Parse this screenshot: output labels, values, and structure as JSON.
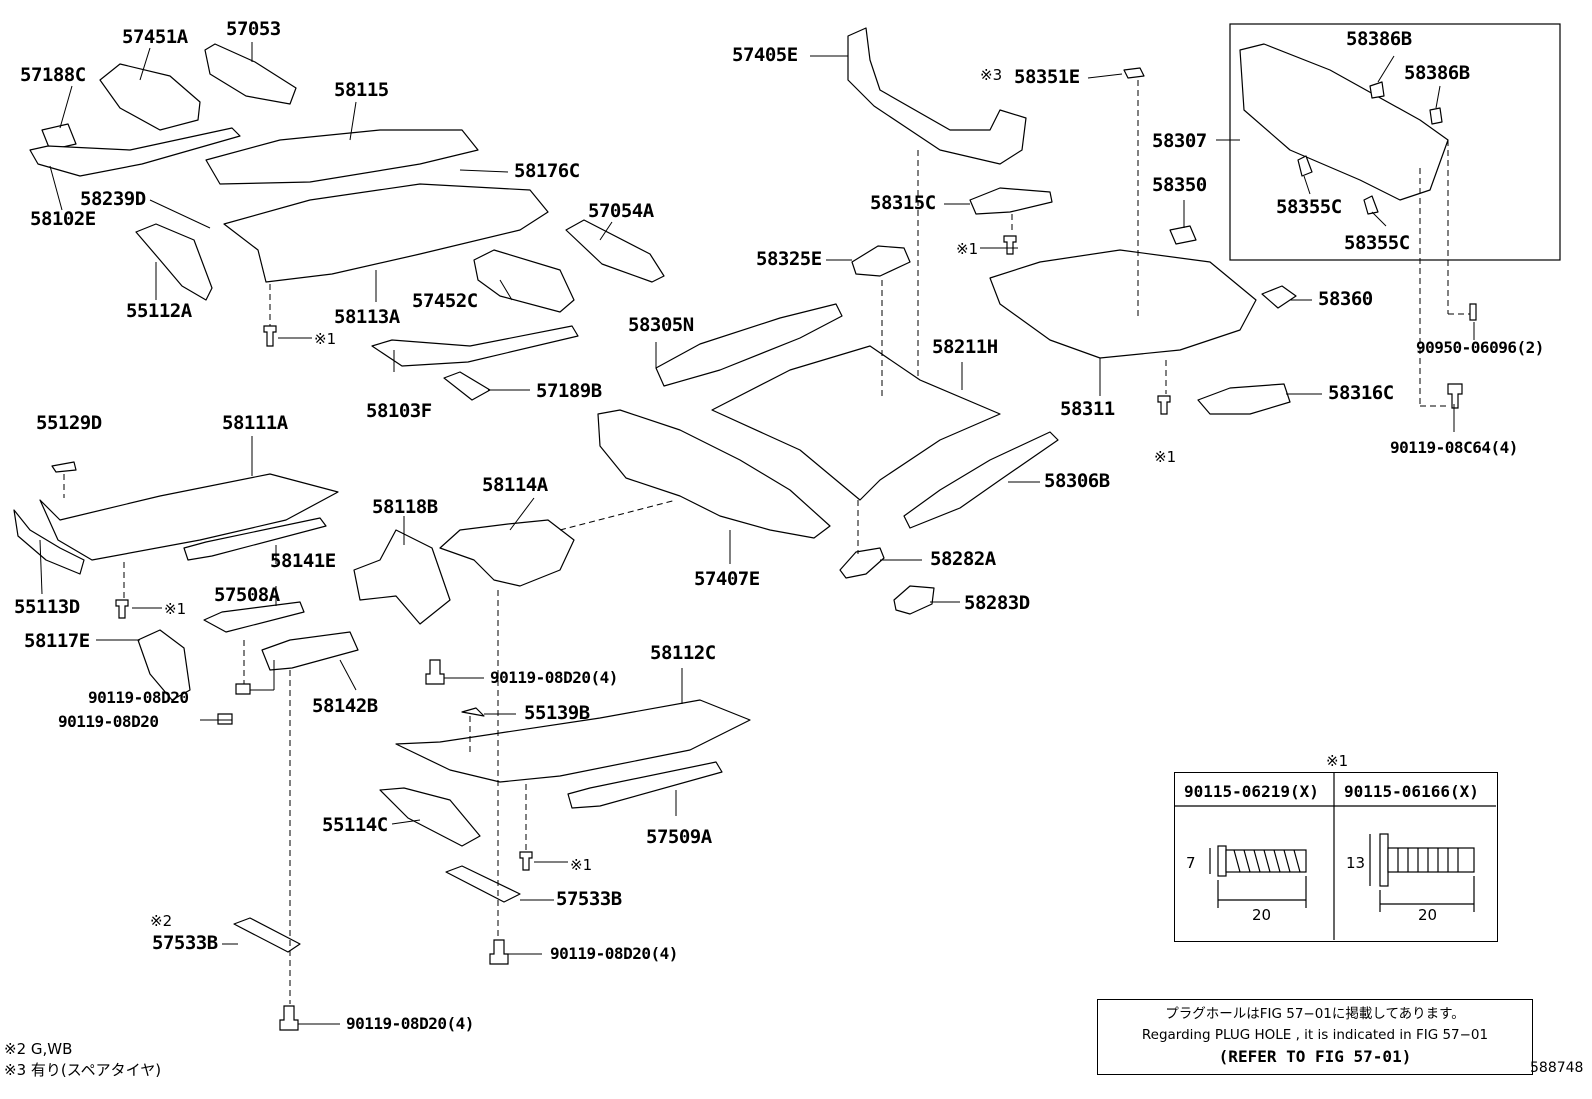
{
  "parts": {
    "p57451A": "57451A",
    "p57053": "57053",
    "p57188C": "57188C",
    "p58115": "58115",
    "p58176C": "58176C",
    "p58239D": "58239D",
    "p58102E": "58102E",
    "p57054A": "57054A",
    "p55112A": "55112A",
    "p58113A": "58113A",
    "p57452C": "57452C",
    "p58103F": "58103F",
    "p57189B": "57189B",
    "p55129D": "55129D",
    "p58111A": "58111A",
    "p58118B": "58118B",
    "p58114A": "58114A",
    "p58141E": "58141E",
    "p57508A": "57508A",
    "p55113D": "55113D",
    "p58117E": "58117E",
    "p58142B": "58142B",
    "p58112C": "58112C",
    "p55139B": "55139B",
    "p55114C": "55114C",
    "p57509A": "57509A",
    "p57533B_a": "57533B",
    "p57533B_b": "57533B",
    "p57405E": "57405E",
    "p58351E": "58351E",
    "p58315C": "58315C",
    "p58325E": "58325E",
    "p58305N": "58305N",
    "p58211H": "58211H",
    "p58306B": "58306B",
    "p57407E": "57407E",
    "p58282A": "58282A",
    "p58283D": "58283D",
    "p58386B_a": "58386B",
    "p58386B_b": "58386B",
    "p58307": "58307",
    "p58350": "58350",
    "p58355C_a": "58355C",
    "p58355C_b": "58355C",
    "p58360": "58360",
    "p58311": "58311",
    "p58316C": "58316C",
    "p90950": "90950-06096(2)",
    "p90119_c64": "90119-08C64(4)",
    "p90119_d20_a": "90119-08D20(4)",
    "p90119_d20_b": "90119-08D20",
    "p90119_d20_c": "90119-08D20",
    "p90119_d20_d": "90119-08D20(4)",
    "p90119_d20_e": "90119-08D20(4)"
  },
  "marks": {
    "m1": "※1",
    "m3": "※3",
    "m2": "※2"
  },
  "inset": {
    "title": "※1",
    "col1": "90115-06219(X)",
    "col2": "90115-06166(X)",
    "dim_h1": "7",
    "dim_l1": "20",
    "dim_h2": "13",
    "dim_l2": "20"
  },
  "notebox": {
    "line1": "プラグホールはFIG 57−01に掲載してあります。",
    "line2": "Regarding PLUG HOLE , it is indicated in FIG 57−01",
    "line3": "(REFER TO FIG 57-01)"
  },
  "footnotes": {
    "f2": "※2  G,WB",
    "f3": "※3  有り(スペアタイヤ)"
  },
  "fig_number": "588748"
}
